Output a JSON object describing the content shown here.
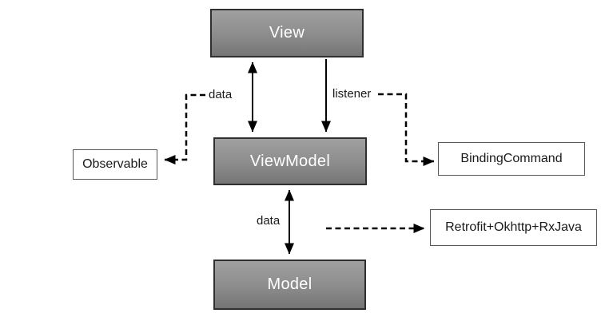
{
  "diagram": {
    "nodes": {
      "view": {
        "label": "View"
      },
      "viewmodel": {
        "label": "ViewModel"
      },
      "model": {
        "label": "Model"
      },
      "observable": {
        "label": "Observable"
      },
      "bindingcommand": {
        "label": "BindingCommand"
      },
      "network": {
        "label": "Retrofit+Okhttp+RxJava"
      }
    },
    "edge_labels": {
      "view_viewmodel": "data",
      "view_bindingcommand": "listener",
      "viewmodel_model": "data"
    },
    "colors": {
      "background": "#ffffff",
      "gray_node_top": "#a0a0a0",
      "gray_node_bottom": "#757575",
      "gray_node_border": "#2f2f2f",
      "gray_node_text": "#ffffff",
      "plain_node_border": "#595959",
      "text": "#1a1a1a",
      "arrow": "#000000"
    }
  }
}
